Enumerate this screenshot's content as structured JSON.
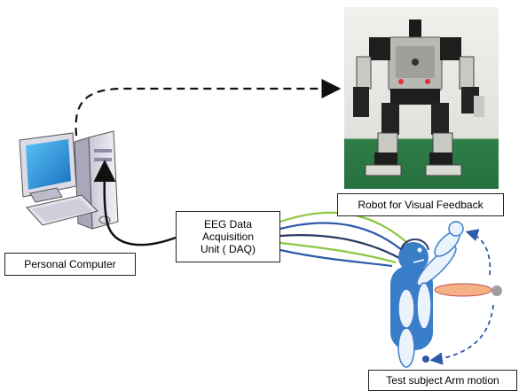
{
  "labels": {
    "personal_computer": "Personal Computer",
    "robot": "Robot for Visual Feedback",
    "test_subject": "Test subject Arm motion",
    "daq_lines": [
      "EEG Data",
      "Acquisition",
      "Unit ( DAQ)"
    ]
  },
  "colors": {
    "cable_black": "#111111",
    "wire_green": "#8dc63f",
    "wire_blue": "#2e5aa8",
    "wire_navy": "#2b3a67",
    "body_blue": "#3a7dc9",
    "limb_light": "#eaf3fb",
    "arm_orange": "#f4b183",
    "monitor_screen": "#1f8fd6",
    "robot_bg": "#e9ebe6",
    "robot_floor": "#2f7d48"
  },
  "icons": [
    "desktop-computer-icon",
    "humanoid-robot-photo",
    "human-figure-icon"
  ]
}
